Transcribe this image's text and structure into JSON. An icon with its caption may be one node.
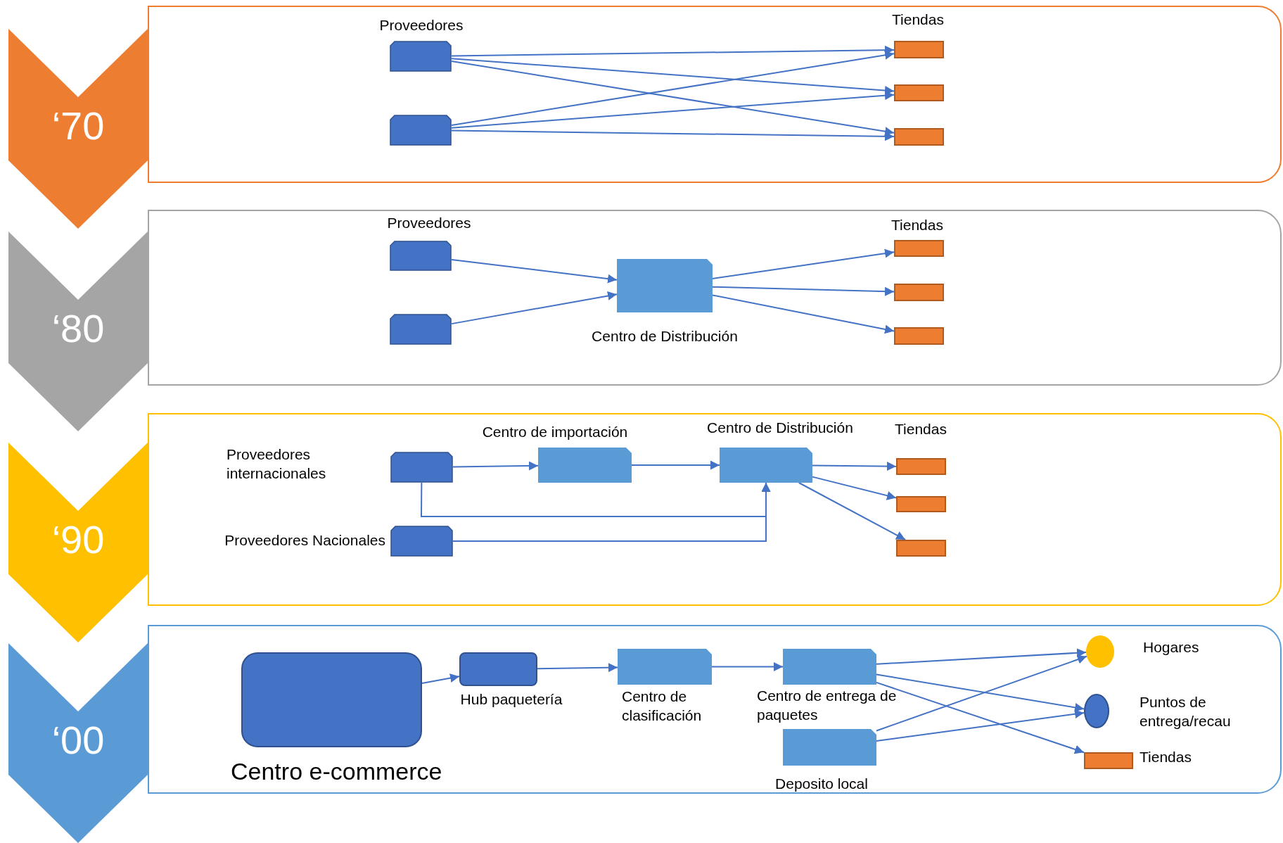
{
  "diagram": {
    "nodes": [
      {
        "text": [
          "‘70"
        ]
      },
      {
        "text": [],
        "shape": "box"
      },
      {
        "text": [
          "Proveedores"
        ],
        "in": 1
      },
      {
        "text": [],
        "shape": "box",
        "in": 1
      },
      {
        "text": [
          "Tiendas"
        ],
        "in": 1
      },
      {
        "text": [],
        "shape": "box",
        "in": 1
      },
      {
        "text": [],
        "shape": "box",
        "in": 1
      },
      {
        "text": [
          "‘80"
        ]
      },
      {
        "text": [],
        "shape": "box"
      },
      {
        "text": [
          "Proveedores"
        ],
        "in": 8
      },
      {
        "text": [],
        "shape": "box",
        "in": 8
      },
      {
        "text": [
          "Centro de Distribución"
        ],
        "in": 8
      },
      {
        "text": [
          "Tiendas"
        ],
        "in": 8
      },
      {
        "text": [],
        "shape": "box",
        "in": 8
      },
      {
        "text": [],
        "shape": "box",
        "in": 8
      },
      {
        "text": [
          "‘90"
        ]
      },
      {
        "text": [],
        "shape": "box"
      },
      {
        "text": [
          "Proveedores internacionales"
        ],
        "in": 16
      },
      {
        "text": [
          "Centro de importación"
        ],
        "in": 16
      },
      {
        "text": [
          "Centro de Distribución"
        ],
        "in": 16
      },
      {
        "text": [
          "Tiendas"
        ],
        "in": 16
      },
      {
        "text": [],
        "shape": "box",
        "in": 16
      },
      {
        "text": [],
        "shape": "box",
        "in": 16
      },
      {
        "text": [
          "Proveedores Nacionales"
        ],
        "in": 16
      },
      {
        "text": [
          "‘00"
        ]
      },
      {
        "text": [],
        "shape": "box"
      },
      {
        "text": [
          "Centro e-commerce"
        ],
        "in": 25
      },
      {
        "text": [
          "Hub paquetería"
        ],
        "in": 25
      },
      {
        "text": [
          "Centro de clasificación"
        ],
        "in": 25
      },
      {
        "text": [
          "Centro de entrega de paquetes"
        ],
        "in": 25
      },
      {
        "text": [
          "Deposito local"
        ],
        "in": 25
      },
      {
        "text": [
          "Hogares"
        ],
        "in": 25
      },
      {
        "text": [
          "Puntos de entrega/recau"
        ],
        "in": 25
      },
      {
        "text": [
          "Tiendas"
        ],
        "in": 25
      }
    ],
    "edges": [
      {
        "from": 2,
        "to": 4,
        "arrow": "to"
      },
      {
        "from": 2,
        "to": 5,
        "arrow": "to"
      },
      {
        "from": 2,
        "to": 6,
        "arrow": "to"
      },
      {
        "from": 3,
        "to": 4,
        "arrow": "to"
      },
      {
        "from": 3,
        "to": 5,
        "arrow": "to"
      },
      {
        "from": 3,
        "to": 6,
        "arrow": "to"
      },
      {
        "from": 9,
        "to": 11,
        "arrow": "to"
      },
      {
        "from": 10,
        "to": 11,
        "arrow": "to"
      },
      {
        "from": 11,
        "to": 12,
        "arrow": "to"
      },
      {
        "from": 11,
        "to": 13,
        "arrow": "to"
      },
      {
        "from": 11,
        "to": 14,
        "arrow": "to"
      },
      {
        "from": 17,
        "to": 18,
        "arrow": "to"
      },
      {
        "from": 18,
        "to": 19,
        "arrow": "to"
      },
      {
        "from": 19,
        "to": 20,
        "arrow": "to"
      },
      {
        "from": 19,
        "to": 21,
        "arrow": "to"
      },
      {
        "from": 19,
        "to": 22,
        "arrow": "to"
      },
      {
        "from": 17,
        "to": 19,
        "arrow": "to"
      },
      {
        "from": 23,
        "to": 19,
        "arrow": "to"
      },
      {
        "from": 26,
        "to": 27,
        "arrow": "to"
      },
      {
        "from": 27,
        "to": 28,
        "arrow": "to"
      },
      {
        "from": 28,
        "to": 29,
        "arrow": "to"
      },
      {
        "from": 29,
        "to": 31,
        "arrow": "to"
      },
      {
        "from": 29,
        "to": 32,
        "arrow": "to"
      },
      {
        "from": 29,
        "to": 33,
        "arrow": "to"
      },
      {
        "from": 30,
        "to": 31,
        "arrow": "to"
      },
      {
        "from": 30,
        "to": 32,
        "arrow": "to"
      }
    ]
  }
}
